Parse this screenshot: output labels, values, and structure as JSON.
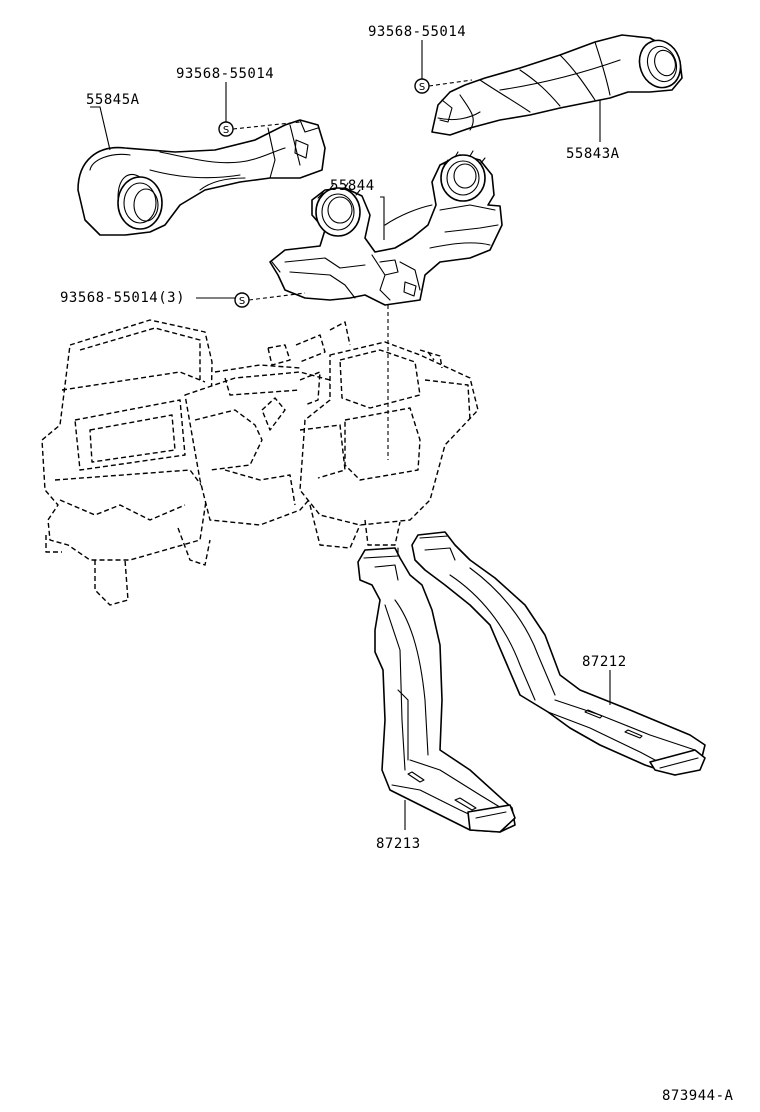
{
  "labels": {
    "p55845a": "55845A",
    "p93568_left": "93568-55014",
    "p93568_top": "93568-55014",
    "p55843a": "55843A",
    "p55844": "55844",
    "p93568_three": "93568-55014(3)",
    "p87212": "87212",
    "p87213": "87213",
    "drawing_number": "873944-A"
  },
  "washer_symbol": "S"
}
